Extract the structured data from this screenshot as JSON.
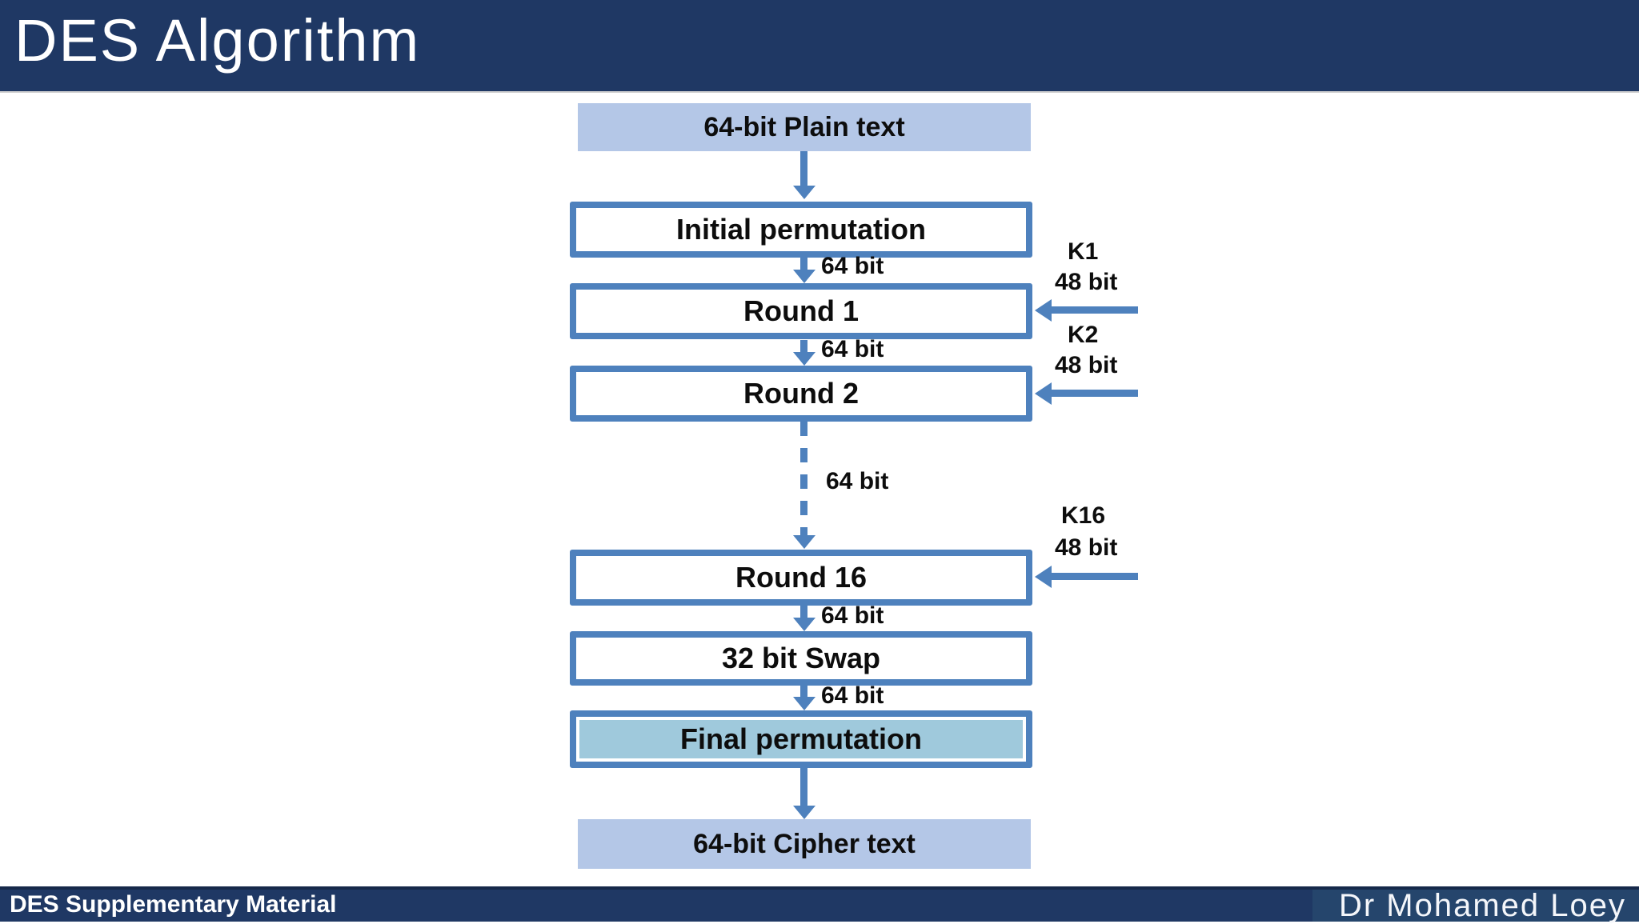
{
  "slide": {
    "title": "DES Algorithm",
    "footer": {
      "left": "DES Supplementary Material",
      "right": "Dr Mohamed Loey"
    }
  },
  "diagram": {
    "type": "flowchart",
    "nodes": [
      {
        "label": "64-bit Plain text"
      },
      {
        "label": "Initial permutation"
      },
      {
        "label": "Round 1"
      },
      {
        "label": "Round 2"
      },
      {
        "label": "Round 16"
      },
      {
        "label": "32 bit Swap"
      },
      {
        "label": "Final permutation"
      },
      {
        "label": "64-bit Cipher text"
      }
    ],
    "flow_labels": [
      "64 bit",
      "64 bit",
      "64 bit",
      "64 bit",
      "64 bit"
    ],
    "keys": [
      {
        "name": "K1",
        "bits": "48 bit"
      },
      {
        "name": "K2",
        "bits": "48 bit"
      },
      {
        "name": "K16",
        "bits": "48 bit"
      }
    ],
    "colors": {
      "bar_navy": "#1F3864",
      "box_border_blue": "#4E81BD",
      "arrow_blue": "#4E81BD",
      "filled_box_bg": "#B4C7E7",
      "final_permutation_bg": "#9FC9DC",
      "text": "#0d0d0d",
      "bar_text": "#ffffff"
    }
  }
}
